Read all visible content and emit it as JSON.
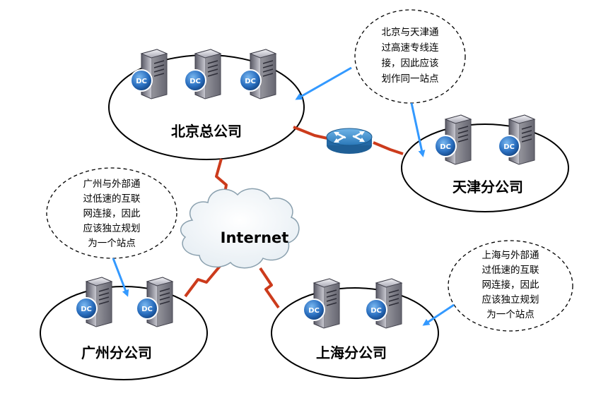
{
  "sites": {
    "beijing": "北京总公司",
    "tianjin": "天津分公司",
    "guangzhou": "广州分公司",
    "shanghai": "上海分公司"
  },
  "internet_label": "Internet",
  "dc_icon_label": "DC",
  "callouts": {
    "beijing_tianjin": [
      "北京与天津通",
      "过高速专线连",
      "接，因此应该",
      "划作同一站点"
    ],
    "guangzhou": [
      "广州与外部通",
      "过低速的互联",
      "网连接，因此",
      "应该独立规划",
      "为一个站点"
    ],
    "shanghai": [
      "上海与外部通",
      "过低速的互联",
      "网连接，因此",
      "应该独立规划",
      "为一个站点"
    ]
  },
  "colors": {
    "link": "#cc3b1c",
    "arrow": "#3399ff",
    "router": "#2e82c2",
    "dc_badge": "#1f5fa8"
  }
}
